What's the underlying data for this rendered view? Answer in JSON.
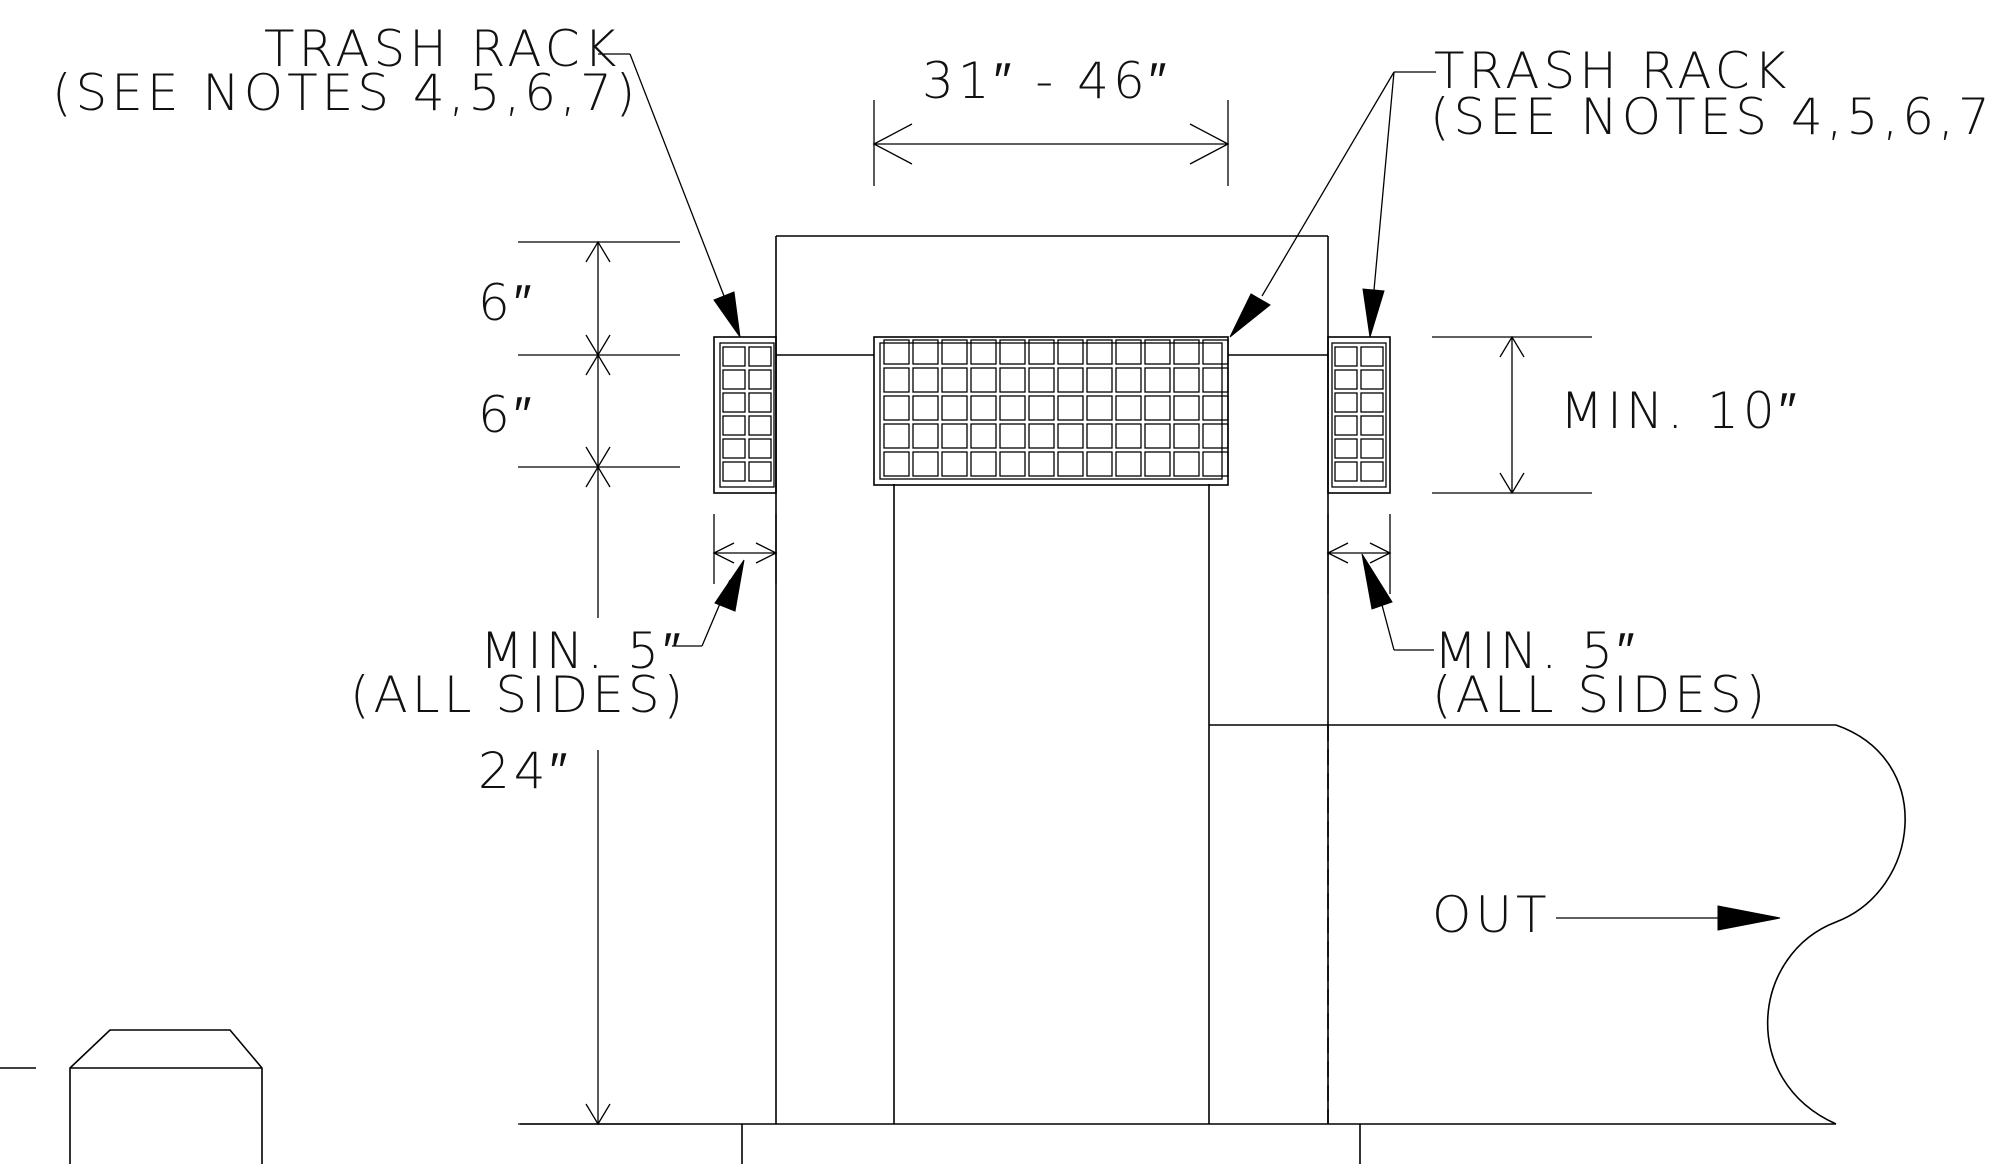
{
  "labels": {
    "trash_rack_left_title": "TRASH RACK",
    "trash_rack_left_notes": "(SEE NOTES 4,5,6,7)",
    "trash_rack_right_title": "TRASH RACK",
    "trash_rack_right_notes": "(SEE NOTES 4,5,6,7)",
    "width_range": "31″ - 46″",
    "dim_top_6": "6″",
    "dim_mid_6": "6″",
    "min_10": "MIN. 10″",
    "min_5_left": "MIN. 5″",
    "all_sides_left": "(ALL SIDES)",
    "min_5_right": "MIN. 5″",
    "all_sides_right": "(ALL SIDES)",
    "dim_24": "24″",
    "out": "OUT"
  },
  "colors": {
    "line": "#000000",
    "background": "#ffffff"
  }
}
